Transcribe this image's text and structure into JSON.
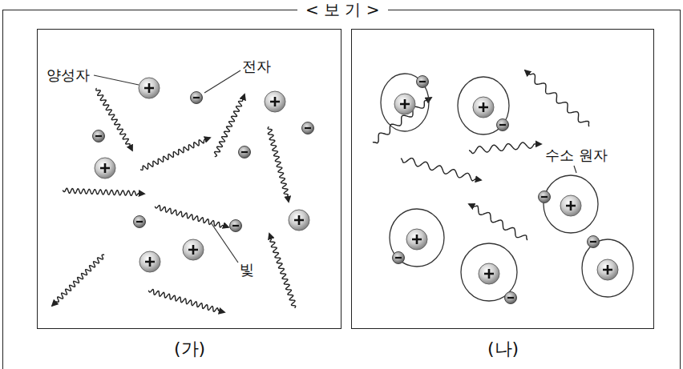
{
  "diagram": {
    "nodes": [
      {
        "text": [
          "< 보 기 >"
        ]
      },
      {
        "text": [
          "(가)"
        ],
        "in": 0
      },
      {
        "text": [
          "(나)"
        ],
        "in": 0
      }
    ],
    "labels": [
      "양성자",
      "전자",
      "빛",
      "수소 원자"
    ]
  }
}
